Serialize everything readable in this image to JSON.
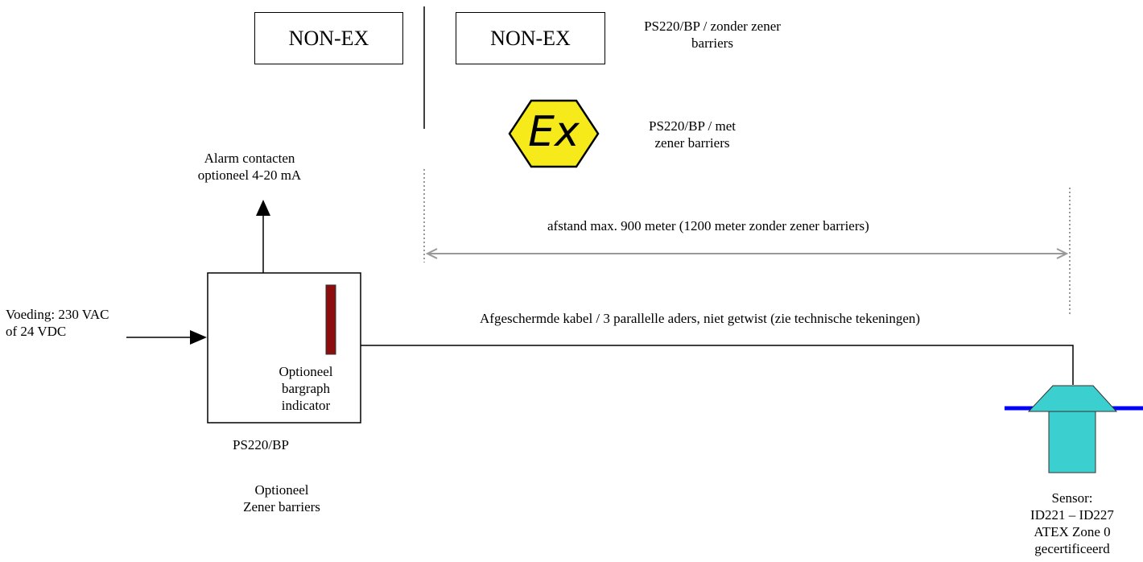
{
  "zones": {
    "left_box": "NON-EX",
    "right_box": "NON-EX",
    "no_zener_caption": [
      "PS220/BP / zonder zener",
      "barriers"
    ],
    "zener_caption": [
      "PS220/BP / met",
      "zener barriers"
    ],
    "ex_symbol_text": "Ex"
  },
  "labels": {
    "alarm": [
      "Alarm contacten",
      "optioneel 4-20 mA"
    ],
    "supply": [
      "Voeding: 230 VAC",
      "of 24 VDC"
    ],
    "distance": "afstand max. 900 meter (1200 meter zonder zener barriers)",
    "cable": "Afgeschermde kabel / 3 parallelle aders, niet getwist (zie technische tekeningen)",
    "bargraph": [
      "Optioneel",
      "bargraph",
      "indicator"
    ],
    "unit_name": "PS220/BP",
    "zener_option": [
      "Optioneel",
      "Zener barriers"
    ],
    "sensor": [
      "Sensor:",
      "ID221 – ID227",
      "ATEX Zone 0",
      "gecertificeerd"
    ]
  },
  "colors": {
    "ex_fill": "#f7ea1b",
    "bargraph": "#8b0d0d",
    "sensor": "#3ccfcf",
    "pipe": "#0000ff",
    "dimension": "#999999"
  }
}
